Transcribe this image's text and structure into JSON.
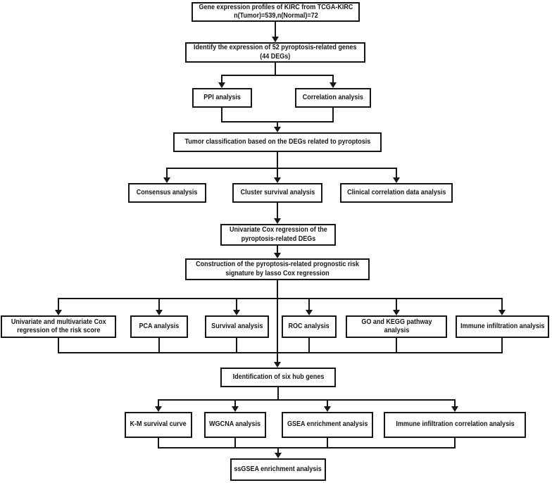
{
  "diagram": {
    "type": "flowchart",
    "colors": {
      "line": "#161616",
      "box_border": "#161616",
      "text": "#161616",
      "background": "#ffffff"
    },
    "nodes": {
      "tcga": "Gene expression profiles of KIRC from TCGA-KIRC\nn(Tumor)=539,n(Normal)=72",
      "identify": "Identify the expression of 52 pyroptosis-related genes\n(44 DEGs)",
      "ppi": "PPI analysis",
      "correlation": "Correlation analysis",
      "tumor_classification": "Tumor classification based on the DEGs related to pyroptosis",
      "consensus": "Consensus analysis",
      "cluster_survival": "Cluster survival analysis",
      "clinical_correlation": "Clinical correlation data analysis",
      "univariate_cox": "Univariate Cox regression of the\npyroptosis-related DEGs",
      "construction": "Construction of the pyroptosis-related prognostic risk\nsignature by lasso Cox regression",
      "uni_multi_cox": "Univariate and multivariate Cox\nregression of the risk score",
      "pca": "PCA analysis",
      "survival": "Survival analysis",
      "roc": "ROC analysis",
      "go_kegg": "GO and KEGG pathway\nanalysis",
      "immune_infiltration": "Immune infiltration analysis",
      "hub_genes": "Identification of six hub genes",
      "km": "K-M survival curve",
      "wgcna": "WGCNA analysis",
      "gsea": "GSEA enrichment analysis",
      "immune_infiltration_correlation": "Immune infiltration correlation analysis",
      "ssgsea": "ssGSEA enrichment analysis"
    }
  }
}
